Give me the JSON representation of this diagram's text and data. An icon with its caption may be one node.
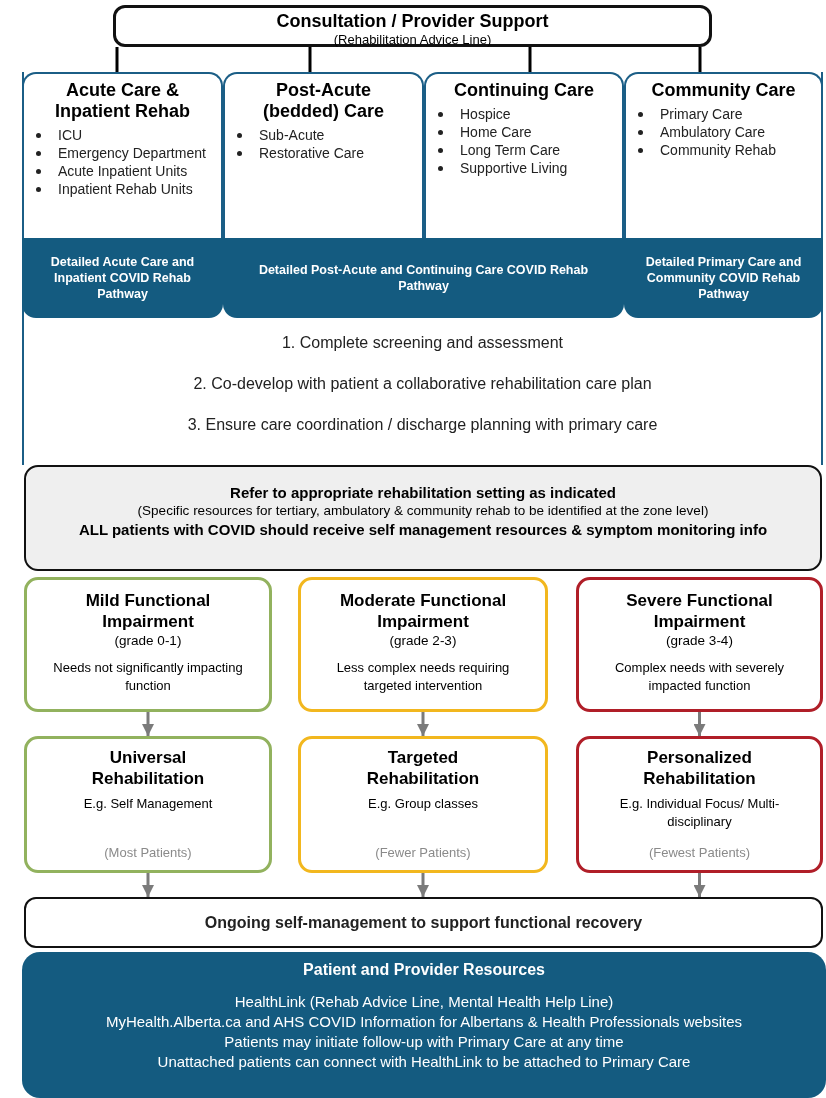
{
  "diagram": {
    "nodes": [
      {
        "text": [
          "Consultation / Provider Support",
          "(Rehabilitation Advice Line)"
        ]
      },
      {
        "text": [
          "1. Complete screening and assessment",
          "2. Co-develop with patient a collaborative rehabilitation care plan",
          "3. Ensure care coordination / discharge planning with primary care"
        ]
      },
      {
        "text": [
          "Acute Care & Inpatient Rehab",
          "ICU",
          "Emergency Department",
          "Acute Inpatient Units",
          "Inpatient Rehab Units"
        ],
        "in": 1
      },
      {
        "text": [
          "Post-Acute (bedded) Care",
          "Sub-Acute",
          "Restorative Care"
        ],
        "in": 1
      },
      {
        "text": [
          "Continuing Care",
          "Hospice",
          "Home Care",
          "Long Term Care",
          "Supportive Living"
        ],
        "in": 1
      },
      {
        "text": [
          "Community Care",
          "Primary Care",
          "Ambulatory Care",
          "Community Rehab"
        ],
        "in": 1
      },
      {
        "text": [
          "Detailed Acute Care and Inpatient COVID Rehab Pathway"
        ],
        "in": 1
      },
      {
        "text": [
          "Detailed Post-Acute and Continuing Care COVID Rehab Pathway"
        ],
        "in": 1
      },
      {
        "text": [
          "Detailed Primary Care and Community COVID Rehab Pathway"
        ],
        "in": 1
      },
      {
        "text": [
          "Refer to appropriate rehabilitation setting as indicated",
          "(Specific resources for tertiary, ambulatory & community rehab to be identified at the zone level)",
          "ALL patients with COVID should receive self management resources & symptom monitoring info"
        ]
      },
      {
        "text": [
          "Mild Functional Impairment",
          "(grade 0-1)",
          "Needs not significantly impacting function"
        ]
      },
      {
        "text": [
          "Moderate Functional Impairment",
          "(grade 2-3)",
          "Less complex needs requiring targeted intervention"
        ]
      },
      {
        "text": [
          "Severe Functional Impairment",
          "(grade 3-4)",
          "Complex needs with severely impacted function"
        ]
      },
      {
        "text": [
          "Universal Rehabilitation",
          "E.g. Self Management",
          "(Most Patients)"
        ]
      },
      {
        "text": [
          "Targeted Rehabilitation",
          "E.g. Group classes",
          "(Fewer Patients)"
        ]
      },
      {
        "text": [
          "Personalized Rehabilitation",
          "E.g. Individual Focus/ Multi-disciplinary",
          "(Fewest Patients)"
        ]
      },
      {
        "text": [
          "Ongoing self-management to support functional recovery"
        ]
      },
      {
        "text": [
          "Patient and Provider Resources",
          "HealthLink (Rehab Advice Line, Mental Health Help Line)",
          "MyHealth.Alberta.ca and AHS COVID Information for Albertans & Health Professionals websites",
          "Patients may initiate follow-up with Primary Care at any time",
          "Unattached patients can connect with HealthLink to be attached to Primary Care"
        ]
      }
    ],
    "edges": [
      {
        "from": 0,
        "to": 2,
        "arrow": "none",
        "color": "#000000"
      },
      {
        "from": 0,
        "to": 3,
        "arrow": "none",
        "color": "#000000"
      },
      {
        "from": 0,
        "to": 4,
        "arrow": "none",
        "color": "#000000"
      },
      {
        "from": 0,
        "to": 5,
        "arrow": "none",
        "color": "#000000"
      },
      {
        "from": 10,
        "to": 13,
        "arrow": "to"
      },
      {
        "from": 11,
        "to": 14,
        "arrow": "to"
      },
      {
        "from": 12,
        "to": 15,
        "arrow": "to"
      },
      {
        "from": 13,
        "to": 16,
        "arrow": "to"
      },
      {
        "from": 14,
        "to": 16,
        "arrow": "to"
      },
      {
        "from": 15,
        "to": 16,
        "arrow": "to"
      }
    ]
  }
}
